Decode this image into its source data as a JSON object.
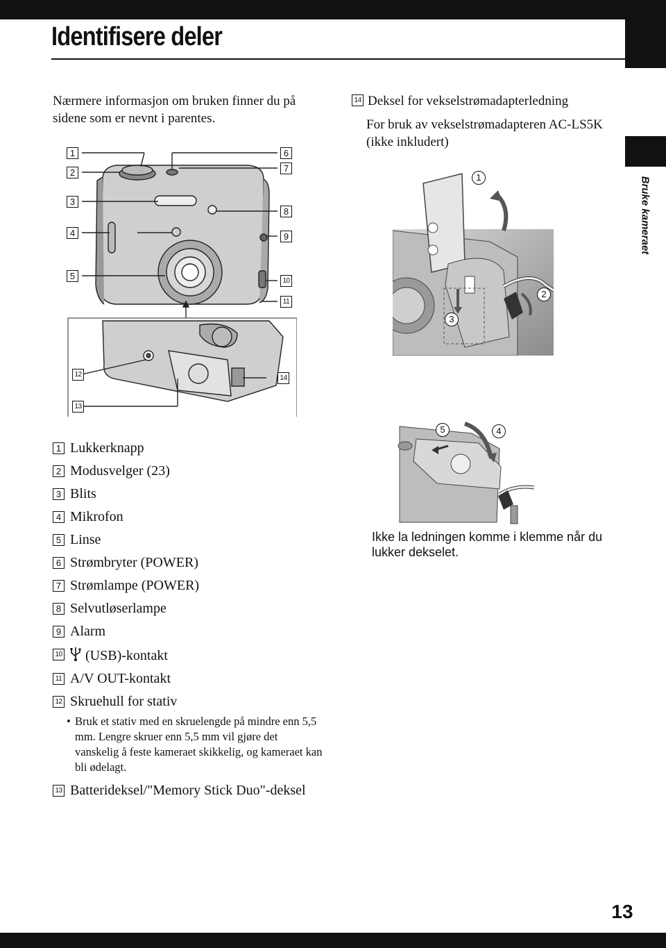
{
  "title": "Identifisere deler",
  "side_tab_label": "Bruke kameraet",
  "intro": "Nærmere informasjon om bruken finner du på sidene som er nevnt i parentes.",
  "page_number": "13",
  "diagram_callouts": {
    "c1": "1",
    "c2": "2",
    "c3": "3",
    "c4": "4",
    "c5": "5",
    "c6": "6",
    "c7": "7",
    "c8": "8",
    "c9": "9",
    "c10": "10",
    "c11": "11",
    "c12": "12",
    "c13": "13",
    "c14": "14"
  },
  "photo_markers": {
    "m1": "1",
    "m2": "2",
    "m3": "3",
    "m4": "4",
    "m5": "5"
  },
  "right_column": {
    "item14_number": "14",
    "item14_label": "Deksel for vekselstrømadapterledning",
    "item14_desc": "For bruk av vekselstrømadapteren AC-LS5K (ikke inkludert)",
    "caption": "Ikke la ledningen komme i klemme når du lukker dekselet."
  },
  "parts": [
    {
      "num": "1",
      "label": "Lukkerknapp"
    },
    {
      "num": "2",
      "label": "Modusvelger (23)"
    },
    {
      "num": "3",
      "label": "Blits"
    },
    {
      "num": "4",
      "label": "Mikrofon"
    },
    {
      "num": "5",
      "label": "Linse"
    },
    {
      "num": "6",
      "label": "Strømbryter (POWER)"
    },
    {
      "num": "7",
      "label": "Strømlampe (POWER)"
    },
    {
      "num": "8",
      "label": "Selvutløserlampe"
    },
    {
      "num": "9",
      "label": "Alarm"
    },
    {
      "num": "10",
      "label": "(USB)-kontakt"
    },
    {
      "num": "11",
      "label": "A/V OUT-kontakt"
    },
    {
      "num": "12",
      "label": "Skruehull for stativ"
    },
    {
      "num": "13",
      "label": "Batterideksel/\"Memory Stick Duo\"-deksel"
    }
  ],
  "note_12": "Bruk et stativ med en skruelengde på mindre enn 5,5 mm. Lengre skruer enn 5,5 mm vil gjøre det vanskelig å feste kameraet skikkelig, og kameraet kan bli ødelagt.",
  "icons": {
    "usb": "usb-icon",
    "camera_front": "camera-front-illustration",
    "camera_bottom": "camera-bottom-illustration",
    "cover_open": "cover-open-photo",
    "cover_close": "cover-close-photo"
  }
}
